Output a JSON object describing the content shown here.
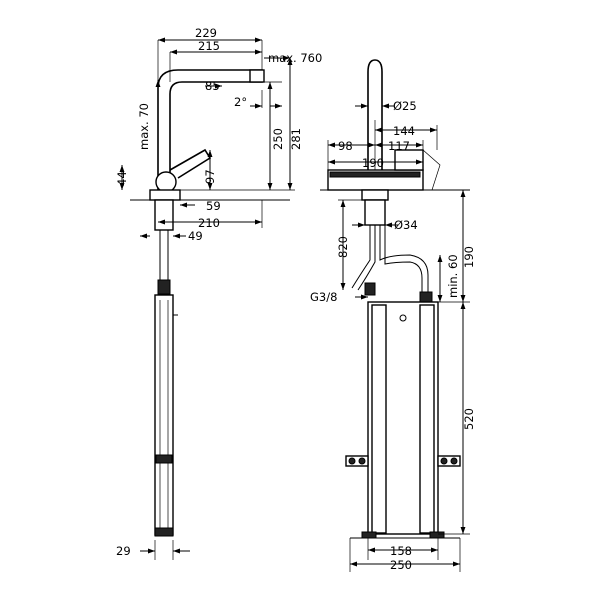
{
  "side_view": {
    "dim_229": "229",
    "dim_215": "215",
    "dim_max760": "max. 760",
    "dim_85": "85",
    "dim_2deg": "2°",
    "dim_max70": "max. 70",
    "dim_250": "250",
    "dim_281": "281",
    "dim_44": "44",
    "dim_97": "97",
    "dim_59": "59",
    "dim_210": "210",
    "dim_49": "49",
    "dim_29": "29"
  },
  "front_view": {
    "dim_d25": "Ø25",
    "dim_144": "144",
    "dim_98": "98",
    "dim_117": "117",
    "dim_190_top": "190",
    "dim_d34": "Ø34",
    "dim_820": "820",
    "dim_min60": "min. 60",
    "dim_190_right": "190",
    "dim_g38": "G3/8",
    "dim_520": "520",
    "dim_158": "158",
    "dim_250": "250"
  }
}
